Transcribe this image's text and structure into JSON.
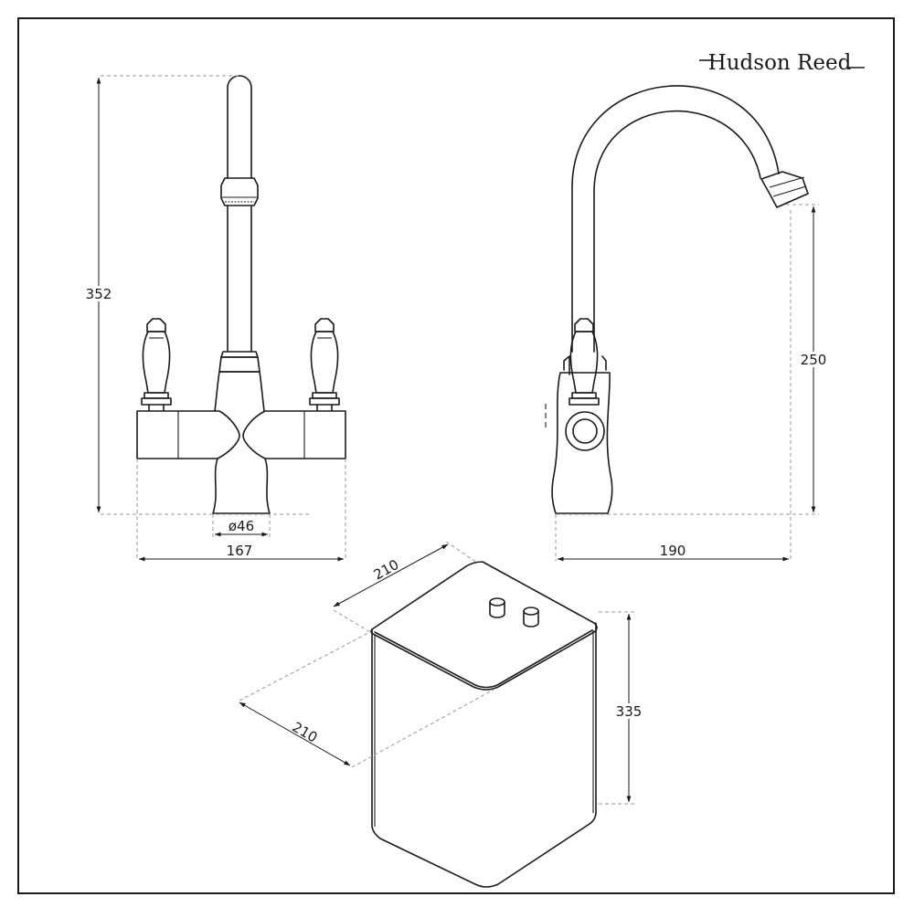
{
  "brand": {
    "name": "Hudson Reed"
  },
  "dimensions": {
    "front_height": "352",
    "front_width": "167",
    "base_diameter": "ø46",
    "side_spout_height": "250",
    "side_reach": "190",
    "tank_depth": "210",
    "tank_width": "210",
    "tank_height": "335"
  },
  "colors": {
    "line": "#1a1a1a",
    "dash": "#9a9a9a",
    "background": "#ffffff"
  }
}
